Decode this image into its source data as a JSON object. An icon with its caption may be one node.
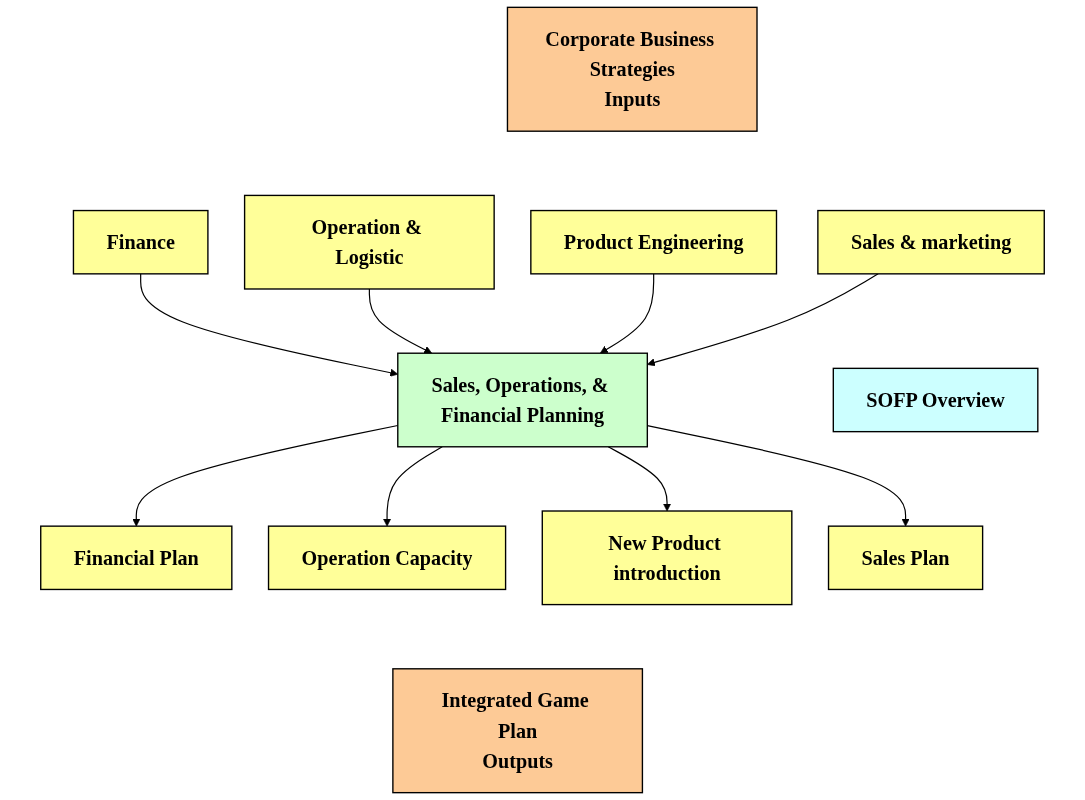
{
  "diagram": {
    "nodes": [
      {
        "text": [
          "Corporate Business Strategies",
          "Inputs"
        ]
      },
      {
        "text": [
          "Sales & marketing"
        ]
      },
      {
        "text": [
          "Product Engineering"
        ]
      },
      {
        "text": [
          "Operation & Logistic"
        ]
      },
      {
        "text": [
          "Finance"
        ]
      },
      {
        "text": [
          "Sales, Operations, & Financial Planning"
        ]
      },
      {
        "text": [
          "SOFP Overview"
        ]
      },
      {
        "text": [
          "Sales Plan"
        ]
      },
      {
        "text": [
          "New Product introduction"
        ]
      },
      {
        "text": [
          "Operation Capacity"
        ]
      },
      {
        "text": [
          "Financial Plan"
        ]
      },
      {
        "text": [
          "Integrated Game Plan",
          "Outputs"
        ]
      }
    ],
    "edges": [
      {
        "from": 1,
        "to": 5,
        "arrow": "to"
      },
      {
        "from": 2,
        "to": 5,
        "arrow": "to"
      },
      {
        "from": 3,
        "to": 5,
        "arrow": "to"
      },
      {
        "from": 4,
        "to": 5,
        "arrow": "to"
      },
      {
        "from": 5,
        "to": 7,
        "arrow": "to"
      },
      {
        "from": 5,
        "to": 8,
        "arrow": "to"
      },
      {
        "from": 5,
        "to": 9,
        "arrow": "to"
      },
      {
        "from": 5,
        "to": 10,
        "arrow": "to"
      }
    ]
  }
}
